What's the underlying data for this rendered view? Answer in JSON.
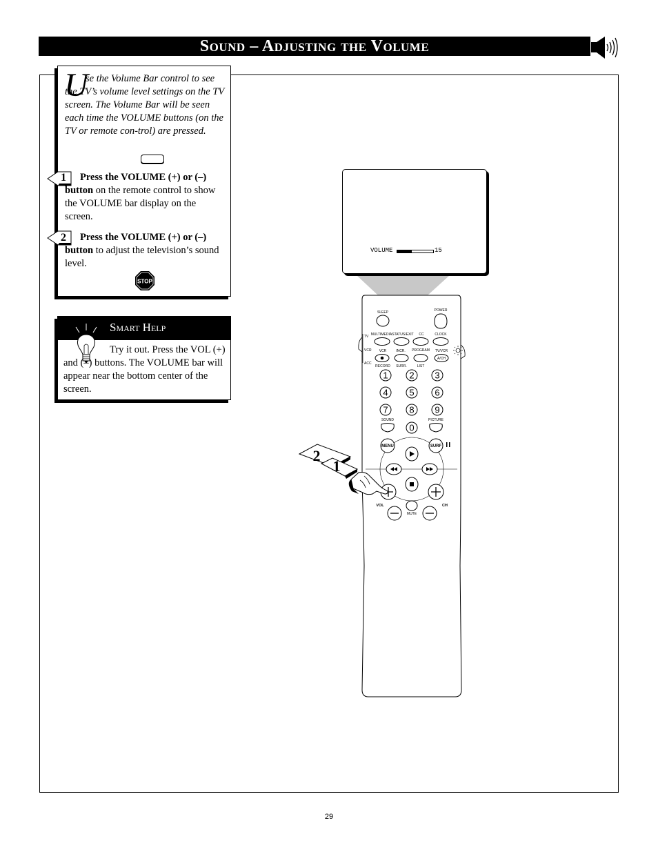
{
  "title": "Sound – Adjusting the Volume",
  "intro": {
    "drop_cap": "U",
    "text": "se the Volume Bar control to see the TV’s volume level settings on the TV screen.  The Volume Bar will be seen each time the VOLUME buttons (on the TV or remote con-trol) are pressed."
  },
  "steps": [
    {
      "number": "1",
      "bold": "Press the VOLUME (+) or (–) button",
      "text": " on the remote control to show the VOLUME bar display on the screen."
    },
    {
      "number": "2",
      "bold": "Press the VOLUME (+) or (–) button",
      "text": " to adjust the television’s sound level."
    }
  ],
  "stop_label": "STOP",
  "smart_help": {
    "title": "Smart Help",
    "text": "Try it out.  Press the VOL (+) and (–) buttons.  The VOLUME bar will appear near the bottom center of the screen."
  },
  "tv": {
    "volume_label": "VOLUME",
    "volume_value": "15",
    "volume_level": 0.4
  },
  "callout_numbers": [
    "2",
    "1"
  ],
  "remote": {
    "sleep": "SLEEP",
    "power": "POWER",
    "multimedia": "MULTIMEDIA",
    "status_exit": "STATUS/EXIT",
    "cc": "CC",
    "clock": "CLOCK",
    "tv": "TV",
    "vcr_side": "VCR",
    "acc": "ACC",
    "vcr": "VCR",
    "incr": "INCR.",
    "program": "PROGRAM",
    "tv_vcr": "TV/VCR",
    "ach": "A/CH",
    "record": "RECORD",
    "surr": "SURR.",
    "list": "LIST",
    "digits": [
      "1",
      "2",
      "3",
      "4",
      "5",
      "6",
      "7",
      "8",
      "9",
      "0"
    ],
    "sound": "SOUND",
    "picture": "PICTURE",
    "menu": "MENU",
    "surf": "SURF",
    "vol": "VOL",
    "mute": "MUTE",
    "ch": "CH"
  },
  "page_number": "29"
}
